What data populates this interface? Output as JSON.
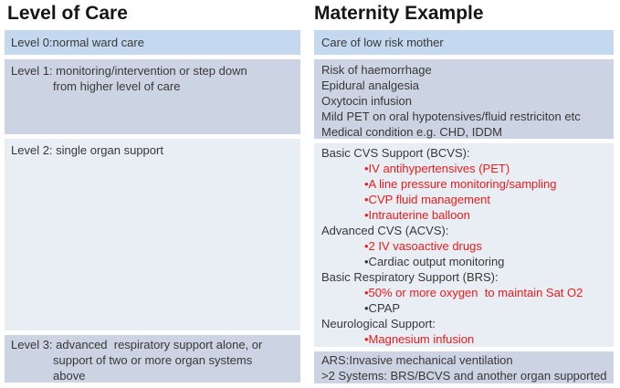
{
  "colors": {
    "row-blue": "#c4d9f0",
    "row-slate": "#ccd3e2",
    "row-pale": "#e9edf4",
    "body-text": "#383838",
    "title-text": "#161616",
    "red-text": "#ed1c1c"
  },
  "left": {
    "title": "Level of Care",
    "rows": [
      {
        "lines": [
          "Level 0:normal ward care"
        ]
      },
      {
        "lines": [
          "Level 1: monitoring/intervention or step down",
          "from higher level of care"
        ]
      },
      {
        "lines": [
          "Level 2: single organ support"
        ]
      },
      {
        "lines": [
          "Level 3: advanced  respiratory support alone, or",
          "support of two or more organ systems",
          "above"
        ]
      }
    ]
  },
  "right": {
    "title": "Maternity Example",
    "rows": [
      {
        "lines": [
          "Care of low risk mother"
        ]
      },
      {
        "lines": [
          "Risk of haemorrhage",
          "Epidural analgesia",
          "Oxytocin infusion",
          "Mild PET on oral hypotensives/fluid restriciton etc",
          "Medical condition e.g. CHD, IDDM"
        ]
      },
      {
        "lines": [
          {
            "text": "Basic CVS Support (BCVS):",
            "emphasis": "none"
          },
          {
            "text": "•IV antihypertensives (PET)",
            "emphasis": "red"
          },
          {
            "text": "•A line pressure monitoring/sampling",
            "emphasis": "red"
          },
          {
            "text": "•CVP fluid management",
            "emphasis": "red"
          },
          {
            "text": "•Intrauterine balloon",
            "emphasis": "red"
          },
          {
            "text": "Advanced CVS (ACVS):",
            "emphasis": "none"
          },
          {
            "text": "•2 IV vasoactive drugs",
            "emphasis": "red"
          },
          {
            "text": "•Cardiac output monitoring",
            "emphasis": "none"
          },
          {
            "text": "Basic Respiratory Support (BRS):",
            "emphasis": "none"
          },
          {
            "text": "•50% or more oxygen  to maintain Sat O2",
            "emphasis": "red"
          },
          {
            "text": "•CPAP",
            "emphasis": "none"
          },
          {
            "text": "Neurological Support:",
            "emphasis": "none"
          },
          {
            "text": "•Magnesium infusion",
            "emphasis": "red"
          }
        ]
      },
      {
        "lines": [
          "ARS:Invasive mechanical ventilation",
          ">2 Systems: BRS/BCVS and another organ supported"
        ]
      }
    ]
  }
}
